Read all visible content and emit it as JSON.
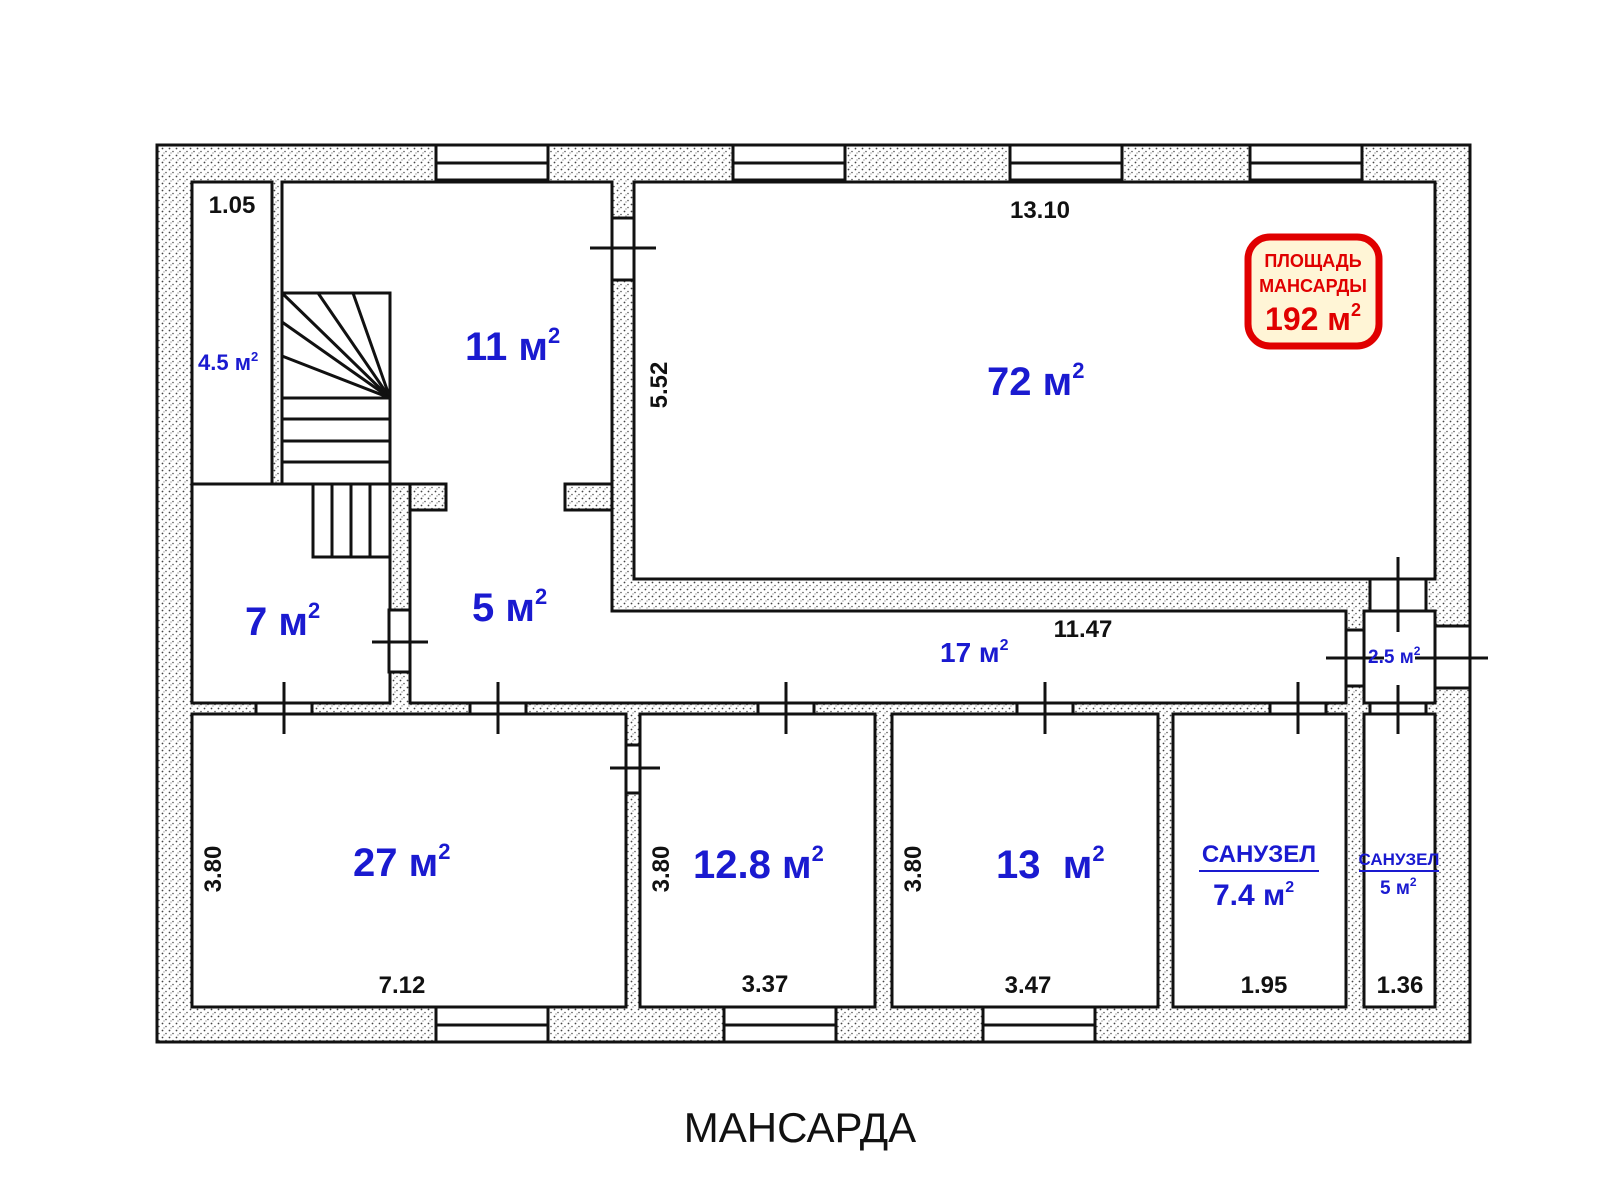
{
  "title": "МАНСАРДА",
  "badge": {
    "line1": "ПЛОЩАДЬ",
    "line2": "МАНСАРДЫ",
    "value": "192 м",
    "sup": "2"
  },
  "rooms": {
    "corridor_left": {
      "area": "4.5 м",
      "sup": "2",
      "width": "1.05"
    },
    "stair_hall": {
      "area": "11 м",
      "sup": "2"
    },
    "room_72": {
      "area": "72 м",
      "sup": "2",
      "width": "13.10",
      "depth": "5.52"
    },
    "room_7": {
      "area": "7 м",
      "sup": "2"
    },
    "lobby_5": {
      "area": "5 м",
      "sup": "2"
    },
    "corridor_17": {
      "area": "17 м",
      "sup": "2",
      "length": "11.47"
    },
    "vestibule": {
      "area": "2.5 м",
      "sup": "2"
    },
    "room_27": {
      "area": "27 м",
      "sup": "2",
      "width": "7.12",
      "depth": "3.80"
    },
    "room_12_8": {
      "area": "12.8 м",
      "sup": "2",
      "width": "3.37",
      "depth": "3.80"
    },
    "room_13": {
      "area": "13  м",
      "sup": "2",
      "width": "3.47",
      "depth": "3.80"
    },
    "bathroom_big": {
      "label": "САНУЗЕЛ",
      "area": "7.4 м",
      "sup": "2",
      "width": "1.95"
    },
    "bathroom_small": {
      "label": "САНУЗЕЛ",
      "area": "5 м",
      "sup": "2",
      "width": "1.36"
    }
  },
  "colors": {
    "wall_dots": "#000000",
    "area_text": "#1a1ad0",
    "badge_red": "#e00000",
    "outline": "#111111"
  }
}
